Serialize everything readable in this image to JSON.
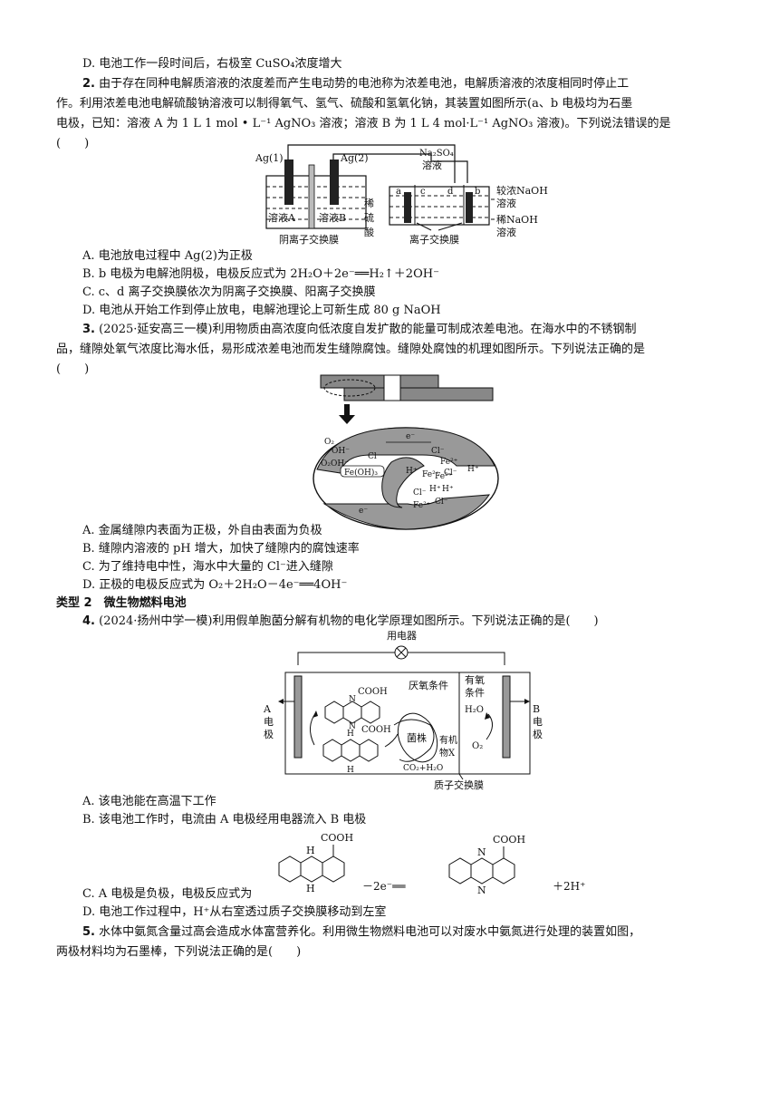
{
  "q1_tail": {
    "option_d": "D. 电池工作一段时间后，右极室 CuSO₄浓度增大"
  },
  "q2": {
    "number": "2.",
    "stem_line1": "由于存在同种电解质溶液的浓度差而产生电动势的电池称为浓差电池，电解质溶液的浓度相同时停止工",
    "stem_line2": "作。利用浓差电池电解硫酸钠溶液可以制得氧气、氢气、硫酸和氢氧化钠，其装置如图所示(a、b 电极均为石墨",
    "stem_line3": "电极，已知：溶液 A 为 1 L 1 mol • L⁻¹ AgNO₃ 溶液；溶液 B 为 1 L 4 mol·L⁻¹ AgNO₃ 溶液)。下列说法错误的是",
    "paren": "(　　)",
    "figure": {
      "ag1": "Ag(1)",
      "ag2": "Ag(2)",
      "solA": "溶液A",
      "solB": "溶液B",
      "anion_membrane": "阴离子交换膜",
      "na2so4_1": "Na₂SO₄",
      "na2so4_2": "溶液",
      "a": "a",
      "c": "c",
      "d": "d",
      "b": "b",
      "dilute_acid": [
        "稀",
        "硫",
        "酸"
      ],
      "conc_naoh1": "较浓NaOH",
      "conc_naoh2": "溶液",
      "dilute_naoh1": "稀NaOH",
      "dilute_naoh2": "溶液",
      "ion_membrane": "离子交换膜"
    },
    "options": [
      "A. 电池放电过程中 Ag(2)为正极",
      "B. b 电极为电解池阴极，电极反应式为 2H₂O＋2e⁻══H₂↑＋2OH⁻",
      "C. c、d 离子交换膜依次为阴离子交换膜、阳离子交换膜",
      "D. 电池从开始工作到停止放电，电解池理论上可新生成 80 g NaOH"
    ]
  },
  "q3": {
    "number": "3.",
    "stem_line1": "(2025·延安高三一模)利用物质由高浓度向低浓度自发扩散的能量可制成浓差电池。在海水中的不锈钢制",
    "stem_line2": "品，缝隙处氧气浓度比海水低，易形成浓差电池而发生缝隙腐蚀。缝隙处腐蚀的机理如图所示。下列说法正确的是",
    "paren": "(　　)",
    "figure": {
      "e_top": "e⁻",
      "o2": "O₂",
      "oh1": "OH⁻",
      "o2oh": "O₂OH⁻",
      "cl1": "Cl⁻",
      "feoh3": "Fe(OH)₃",
      "hplus1": "H⁺",
      "fe1": "Fe²⁺",
      "cl2": "Cl⁻",
      "fe2": "Fe²⁺",
      "fe3": "Fe²⁺",
      "cl3": "Cl⁻",
      "hplus2": "H⁺",
      "cl4": "Cl⁻",
      "hplus3": "H⁺",
      "hplus4": "H⁺",
      "fe4": "Fe²⁺",
      "cl5": "Cl⁻",
      "e_bottom": "e⁻"
    },
    "options": [
      "A. 金属缝隙内表面为正极，外自由表面为负极",
      "B. 缝隙内溶液的 pH 增大，加快了缝隙内的腐蚀速率",
      "C. 为了维持电中性，海水中大量的 Cl⁻进入缝隙",
      "D. 正极的电极反应式为 O₂＋2H₂O－4e⁻══4OH⁻"
    ]
  },
  "type2_heading": "类型 2　微生物燃料电池",
  "q4": {
    "number": "4.",
    "stem": "(2024·扬州中学一模)利用假单胞菌分解有机物的电化学原理如图所示。下列说法正确的是(　　)",
    "figure": {
      "load": "用电器",
      "a_elec": [
        "A",
        "电",
        "极"
      ],
      "b_elec": [
        "B",
        "电",
        "极"
      ],
      "cooh1": "COOH",
      "n1": "N",
      "n2": "N",
      "h1": "H",
      "cooh2": "COOH",
      "h2": "H",
      "anaerobic": "厌氧条件",
      "strain": "菌株",
      "organic": [
        "有机",
        "物X"
      ],
      "co2h2o": "CO₂+H₂O",
      "aerobic": [
        "有氧",
        "条件"
      ],
      "h2o": "H₂O",
      "o2": "O₂",
      "pem": "质子交换膜"
    },
    "option_a": "A. 该电池能在高温下工作",
    "option_b": "B. 该电池工作时，电流由 A 电极经用电器流入 B 电极",
    "option_c_pre": "C. A 电极是负极，电极反应式为",
    "option_c_minus": "－2e⁻══",
    "option_c_post": "＋2H⁺",
    "struct_c": {
      "h_top": "H",
      "n_bottom": "H",
      "cooh_l": "COOH",
      "n_r1": "N",
      "n_r2": "N",
      "cooh_r": "COOH"
    },
    "option_d": "D. 电池工作过程中，H⁺从右室透过质子交换膜移动到左室"
  },
  "q5": {
    "number": "5.",
    "stem_line1": "水体中氨氮含量过高会造成水体富营养化。利用微生物燃料电池可以对废水中氨氮进行处理的装置如图，",
    "stem_line2": "两极材料均为石墨棒，下列说法正确的是(　　)"
  }
}
